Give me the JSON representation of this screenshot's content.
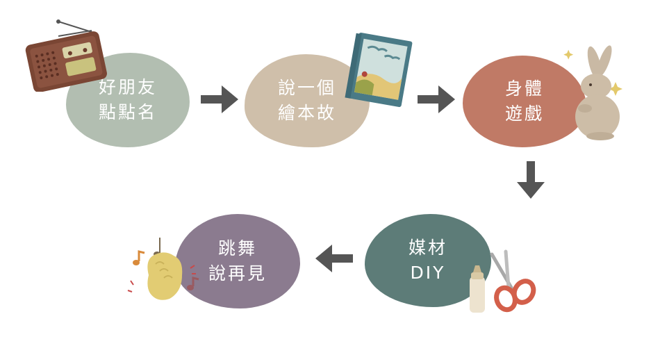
{
  "steps": [
    {
      "line1": "好朋友",
      "line2": "點點名",
      "color": "#b2beb1",
      "icon": "radio-icon"
    },
    {
      "line1": "說一個",
      "line2": "繪本故",
      "color": "#cfbfaa",
      "icon": "picture-book-icon"
    },
    {
      "line1": "身體",
      "line2": "遊戲",
      "color": "#c07a66",
      "icon": "rabbit-icon"
    },
    {
      "line1": "媒材",
      "line2": "DIY",
      "color": "#5d7c78",
      "icon": "scissors-glue-icon"
    },
    {
      "line1": "跳舞",
      "line2": "說再見",
      "color": "#8b7b8f",
      "icon": "clapping-hand-icon"
    }
  ],
  "arrow_color": "#555555"
}
